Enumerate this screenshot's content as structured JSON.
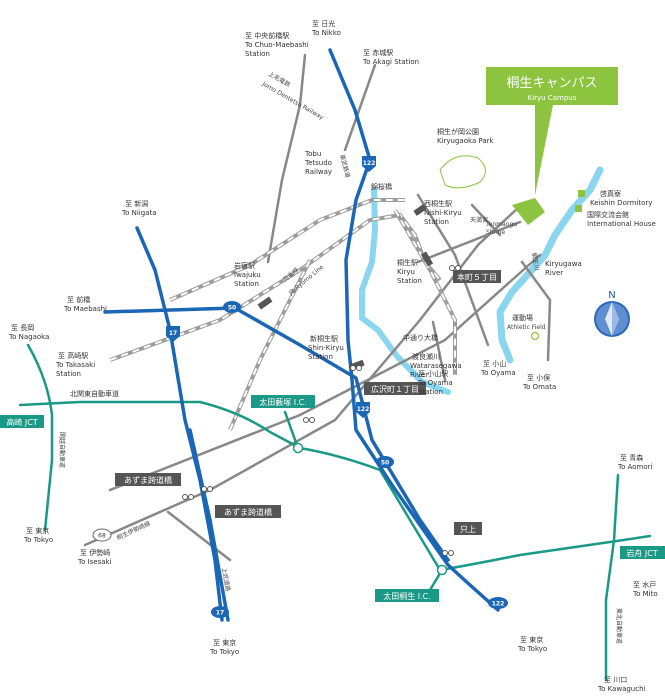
{
  "colors": {
    "expressway": "#1a9a86",
    "national_road": "#1b66b5",
    "road": "#888888",
    "rail": "#9c9c9c",
    "river": "#8ad6ee",
    "campus": "#8cc43f",
    "shield": "#1b66b5",
    "dark_badge": "#555555",
    "jct_badge": "#1a9a86"
  },
  "campus_callout": {
    "title": "桐生キャンパス",
    "subtitle": "Kiryu Campus"
  },
  "compass": {
    "label": "N"
  },
  "shields": {
    "r122_top": "122",
    "r50_left": "50",
    "r17_mid": "17",
    "r122_mid": "122",
    "r50_right": "50",
    "r68": "68",
    "r17_bottom": "17",
    "r122_bottom": "122"
  },
  "badges": {
    "honmachi": "本町５丁目",
    "hirosawa": "広沢町１丁目",
    "ota_yabuzuka": "太田藪塚 I.C.",
    "azuma1": "あずま跨道橋",
    "azuma2": "あずま跨道橋",
    "tadakami": "只上",
    "ota_kiryu": "太田桐生 I.C.",
    "takasaki_jct": "高崎 JCT",
    "iwafune_jct": "岩舟 JCT"
  },
  "labels": {
    "nikko_jp": "至 日光",
    "nikko_en": "To Nikko",
    "chuo_jp": "至 中央前橋駅",
    "chuo_en1": "To Chuo-Maebashi",
    "chuo_en2": "Station",
    "akagi_jp": "至 赤城駅",
    "akagi_en": "To Akagi Station",
    "jomo_jp": "上毛電鉄",
    "jomo_en": "Jomo Dentetsu Railway",
    "tobu1": "Tobu",
    "tobu2": "Tetsudo",
    "tobu3": "Railway",
    "tobu_jp": "東武鉄道",
    "kiryugaoka_jp": "桐生が岡公園",
    "kiryugaoka_en": "Kiryugaoka Park",
    "nishikiryu_jp": "西桐生駅",
    "nishikiryu_en1": "Nishi-Kiryu",
    "nishikiryu_en2": "Station",
    "kinkabashi": "錦桜橋",
    "tenmangu_jp": "天満宮",
    "tenmangu_en": "Tenmangu",
    "tenmangu_en2": "Shrine",
    "keishin_jp": "啓真寮",
    "keishin_en": "Keishin Dormitory",
    "intl_jp": "国際交流会館",
    "intl_en": "International House",
    "niigata_jp": "至 新潟",
    "niigata_en": "To Niigata",
    "iwajuku_jp": "岩宿駅",
    "iwajuku_en1": "Iwajuku",
    "iwajuku_en2": "Station",
    "ryomo_jp": "両毛線",
    "ryomo_en": "JR Ryomo Line",
    "kiryu_jp": "桐生駅",
    "kiryu_en1": "Kiryu",
    "kiryu_en2": "Station",
    "kiryugawa_jp": "桐生川",
    "kiryugawa_en1": "Kiryugawa",
    "kiryugawa_en2": "River",
    "athletic_jp": "運動場",
    "athletic_en": "Athletic Field",
    "maebashi_jp": "至 前橋",
    "maebashi_en": "To Maebashi",
    "nagaoka_jp": "至 長岡",
    "nagaoka_en": "To Nagaoka",
    "takasaki_jp": "至 高崎駅",
    "takasaki_en1": "To Takasaki",
    "takasaki_en2": "Station",
    "shinkiryu_jp": "新桐生駅",
    "shinkiryu_en1": "Shin-Kiryu",
    "shinkiryu_en2": "Station",
    "nakadori": "中通り大橋",
    "watarase_jp": "渡良瀬川",
    "watarase_en1": "Watarasegawa",
    "watarase_en2": "River",
    "oyama_jp": "至 小山",
    "oyama_en": "To Oyama",
    "oyamast_jp": "至 小山駅",
    "oyamast_en1": "To Oyama",
    "oyamast_en2": "Station",
    "omata_jp": "至 小俣",
    "omata_en": "To Omata",
    "kitakanto": "北関東自動車道",
    "kanetsu": "関越自動車道",
    "aomori_jp": "至 青森",
    "aomori_en": "To Aomori",
    "tokyo_left_jp": "至 東京",
    "tokyo_left_en": "To Tokyo",
    "isesaki_jp": "至 伊勢崎",
    "isesaki_en": "To Isesaki",
    "kiryuisesaki": "桐生伊勢崎線",
    "joubu": "上武道路",
    "mito_jp": "至 水戸",
    "mito_en": "To Mito",
    "tohoku": "東北自動車道",
    "tokyo_bottom_jp": "至 東京",
    "tokyo_bottom_en": "To Tokyo",
    "tokyo_right_jp": "至 東京",
    "tokyo_right_en": "To Tokyo",
    "kawaguchi_jp": "至 川口",
    "kawaguchi_en": "To Kawaguchi"
  }
}
